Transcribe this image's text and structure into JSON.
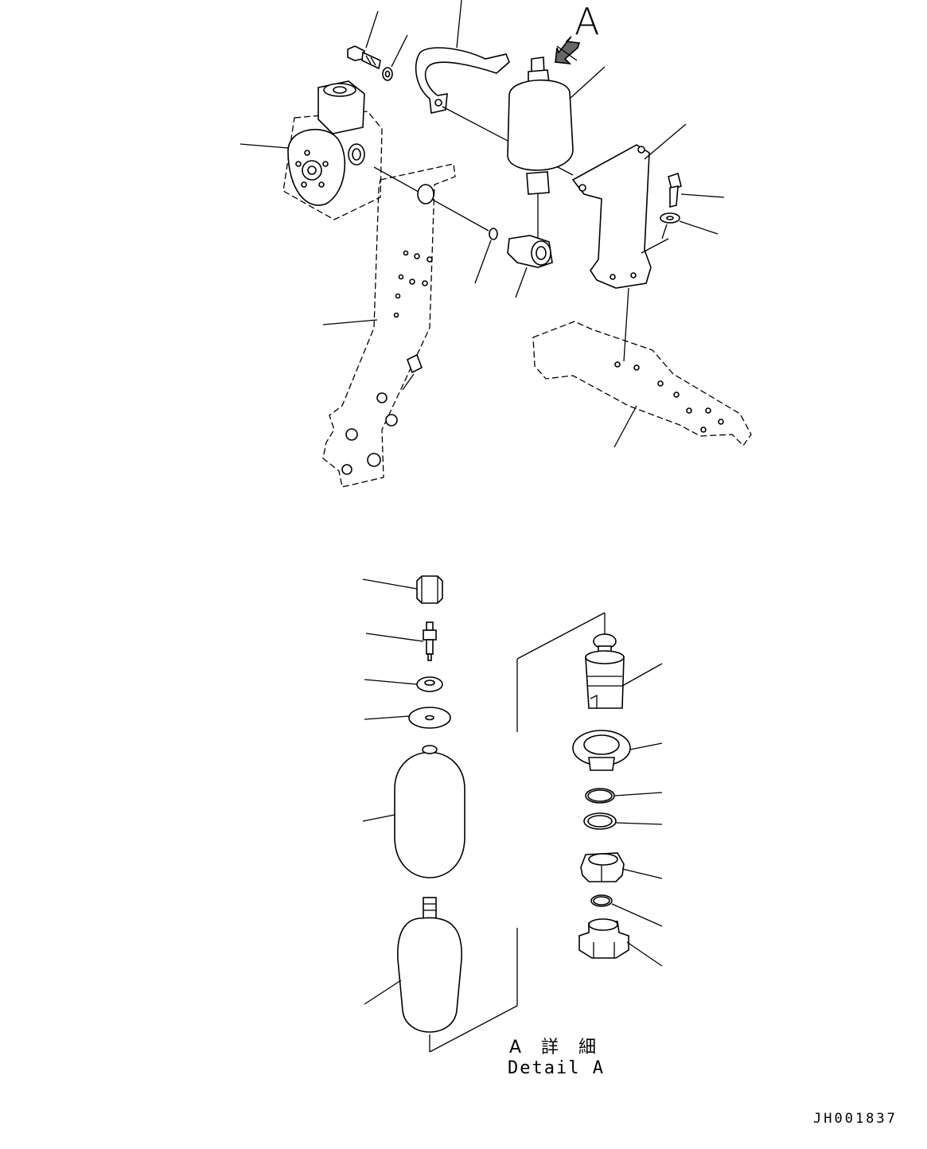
{
  "view_label": "A",
  "detail": {
    "label_jp": "A 詳 細",
    "label_en": "Detail A"
  },
  "drawing_id": "JH001837"
}
